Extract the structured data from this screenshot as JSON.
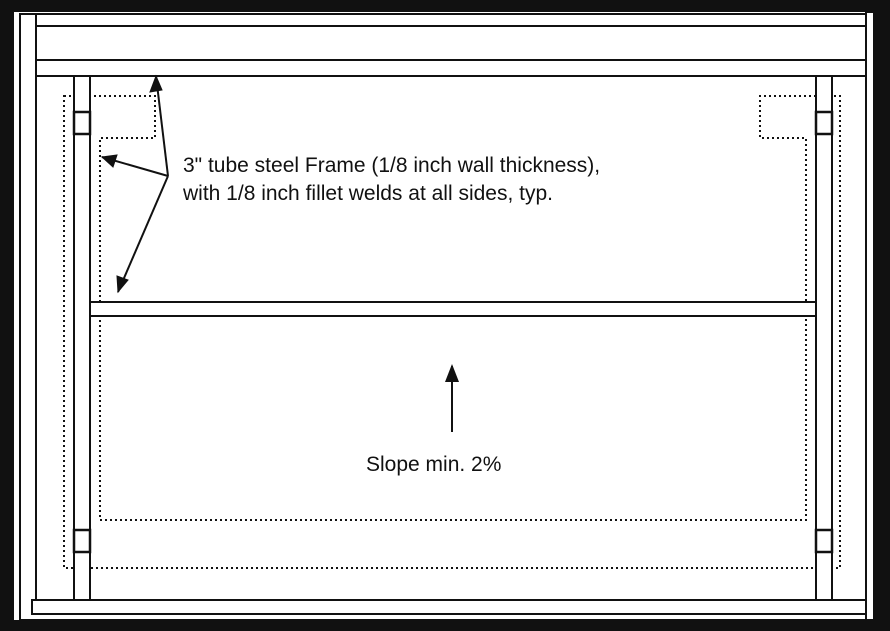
{
  "annotations": {
    "frame_note_line1": "3\" tube steel Frame (1/8 inch wall thickness),",
    "frame_note_line2": "with 1/8 inch fillet welds at all sides, typ.",
    "slope_note": "Slope min. 2%"
  },
  "colors": {
    "line": "#111111",
    "frame_fill": "#ffffff"
  }
}
